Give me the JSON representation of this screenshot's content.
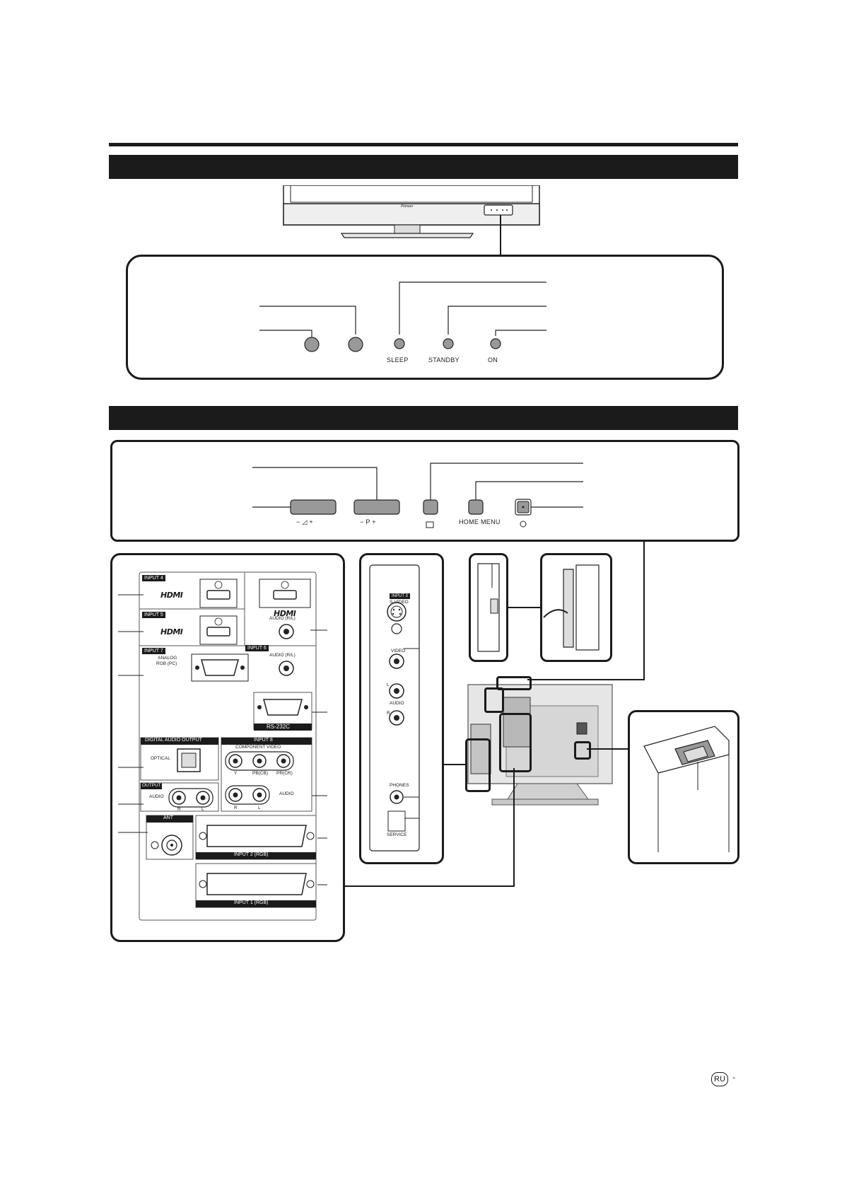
{
  "tv": {
    "brand": "Pioneer"
  },
  "front_panel": {
    "labels": [
      "SLEEP",
      "STANDBY",
      "ON"
    ]
  },
  "side_controls": {
    "volume_label": "−  ◿  +",
    "channel_label": "−   P   +",
    "home_menu_label": "HOME  MENU"
  },
  "rear_panel": {
    "input4": "INPUT 4",
    "input5": "INPUT 5",
    "input6": "INPUT 6",
    "input7": "INPUT 7",
    "input8": "INPUT 8",
    "hdmi": "HDMI",
    "audio_rl": "AUDIO (R/L)",
    "analog_rgb": "ANALOG\nRGB (PC)",
    "rs232c": "RS-232C",
    "digital_audio_output": "DIGITAL  AUDIO  OUTPUT",
    "optical": "OPTICAL",
    "output": "OUTPUT",
    "audio": "AUDIO",
    "component_video": "COMPONENT  VIDEO",
    "y": "Y",
    "pbcb": "PB(CB)",
    "prcr": "PR(CR)",
    "r": "R",
    "l": "L",
    "ant": "ANT",
    "input2": "INPUT 2 (RGB)",
    "input1": "INPUT 1 (RGB)"
  },
  "side_panel": {
    "input3": "INPUT 3",
    "svideo": "S-VIDEO",
    "video": "VIDEO",
    "l": "L",
    "audio": "AUDIO",
    "r": "R",
    "phones": "PHONES",
    "service": "SERVICE"
  },
  "page": {
    "language_badge": "RU",
    "page_dash": "-"
  }
}
